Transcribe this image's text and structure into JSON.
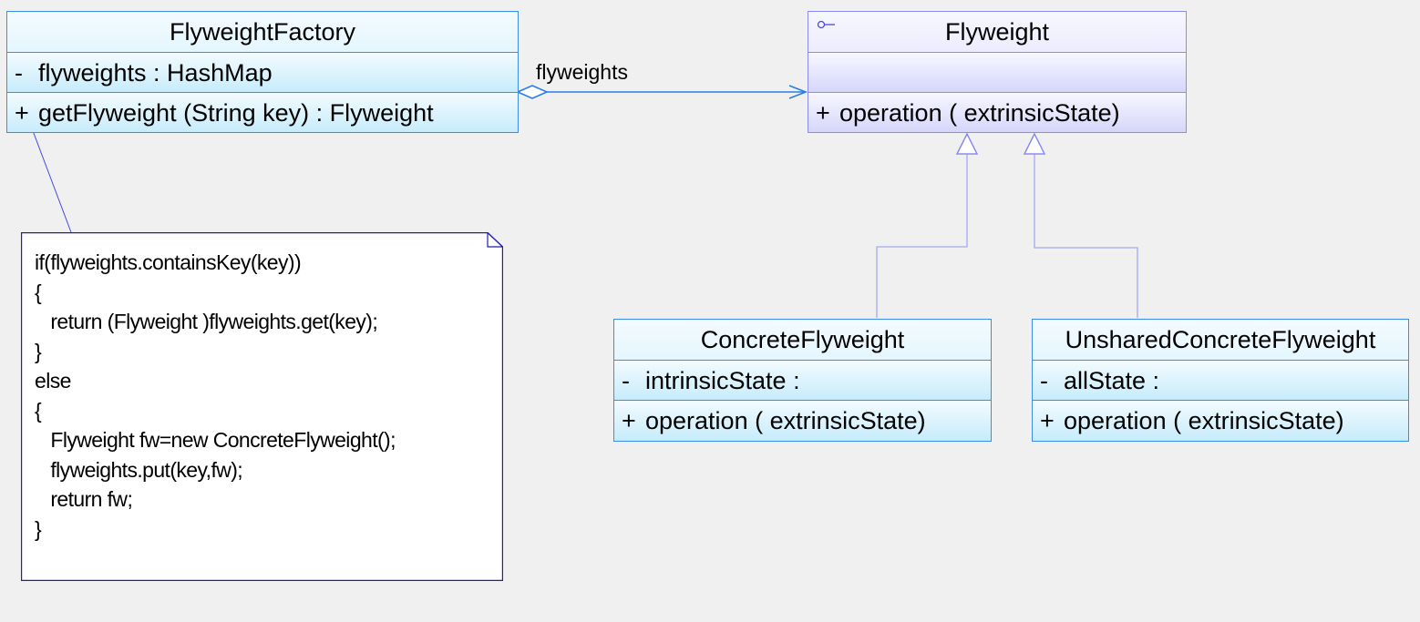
{
  "factory": {
    "name": "FlyweightFactory",
    "attribute": {
      "visibility": "-",
      "text": "flyweights  : HashMap"
    },
    "operation": {
      "visibility": "+",
      "text": "getFlyweight (String key)  : Flyweight"
    }
  },
  "flyweight": {
    "name": "Flyweight",
    "operation": {
      "visibility": "+",
      "text": "operation ( extrinsicState)"
    }
  },
  "concrete": {
    "name": "ConcreteFlyweight",
    "attribute": {
      "visibility": "-",
      "text": "intrinsicState  :"
    },
    "operation": {
      "visibility": "+",
      "text": "operation ( extrinsicState)"
    }
  },
  "unshared": {
    "name": "UnsharedConcreteFlyweight",
    "attribute": {
      "visibility": "-",
      "text": "allState  :"
    },
    "operation": {
      "visibility": "+",
      "text": "operation ( extrinsicState)"
    }
  },
  "association": {
    "label": "flyweights"
  },
  "note": {
    "lines": [
      "if(flyweights.containsKey(key))",
      "{",
      "   return (Flyweight )flyweights.get(key);",
      "}",
      "else",
      "{",
      "   Flyweight fw=new ConcreteFlyweight();",
      "   flyweights.put(key,fw);",
      "   return fw;",
      "}"
    ]
  },
  "colors": {
    "class_border": "#3a8ee6",
    "interface_border": "#8b8bf0",
    "association_line": "#2b7de9",
    "generalization_line": "#a8a8f0",
    "note_border": "#1f1fa8",
    "background": "#f0f0f0"
  }
}
